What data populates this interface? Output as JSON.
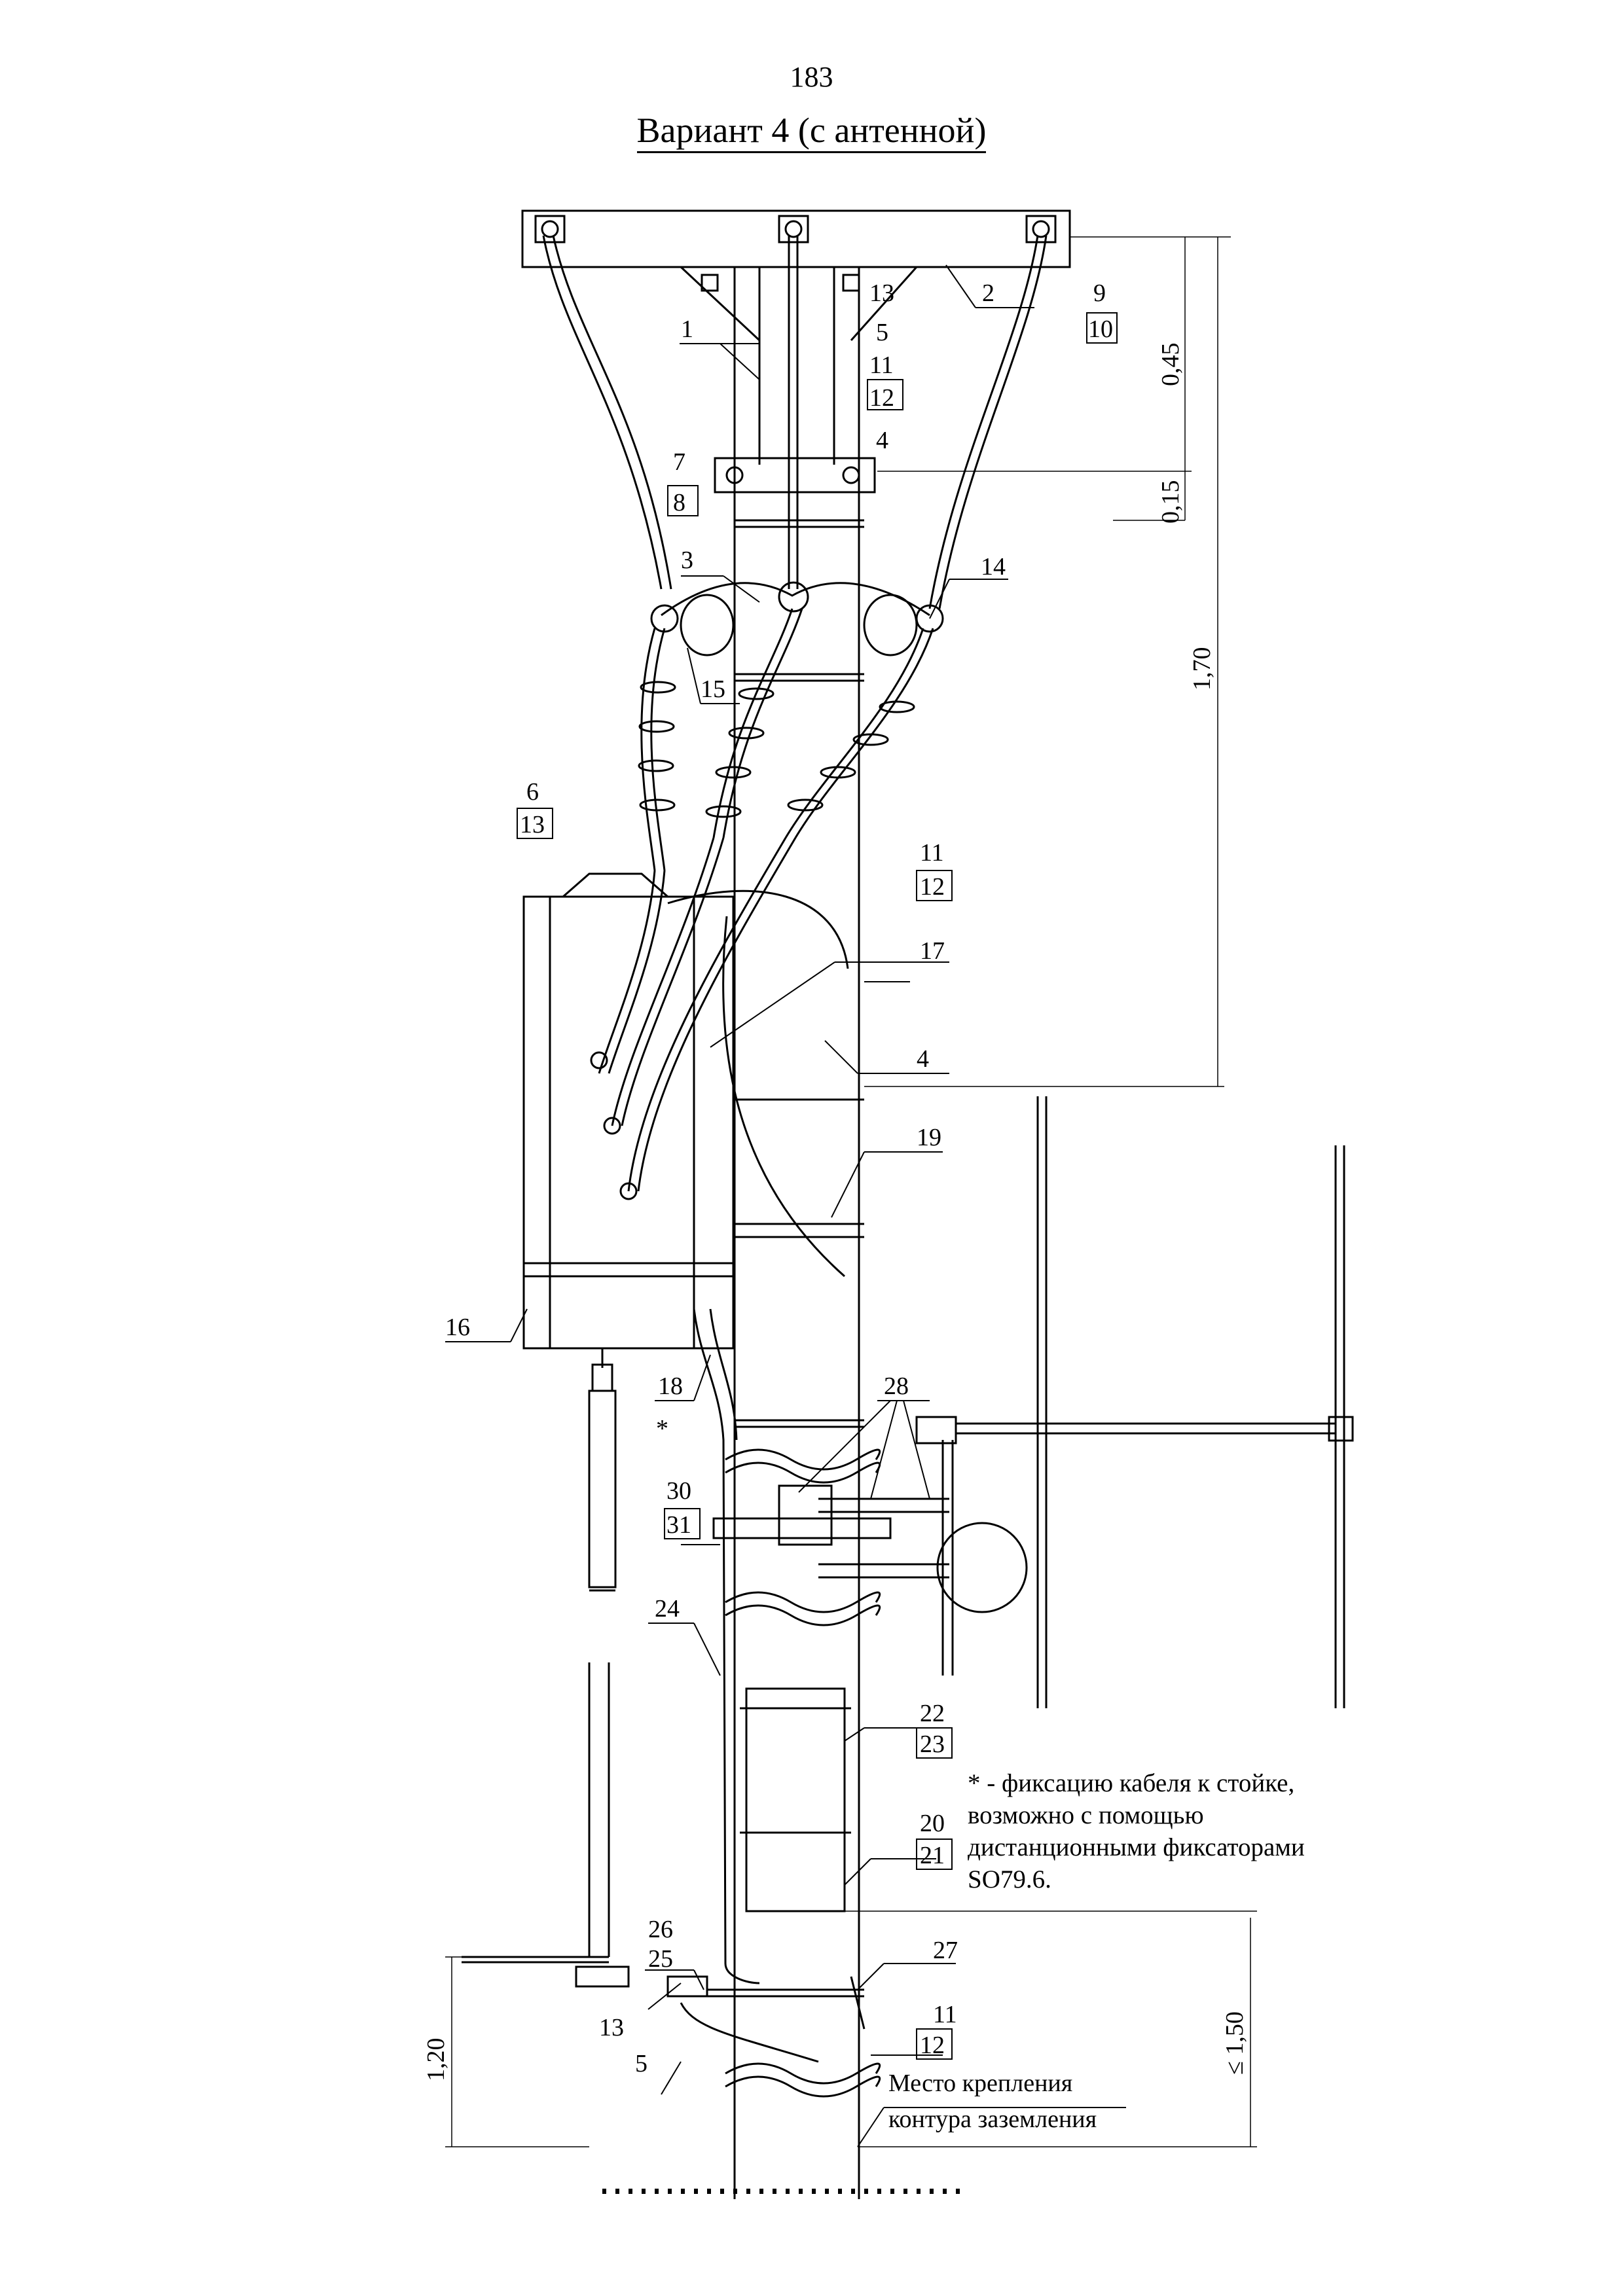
{
  "page_number": "183",
  "title": "Вариант 4 (с антенной)",
  "labels": {
    "l1": "1",
    "l2": "2",
    "l3": "3",
    "l4a": "4",
    "l4b": "4",
    "l5a": "5",
    "l5b": "5",
    "l6": "6",
    "l7": "7",
    "l8": "8",
    "l9": "9",
    "l10": "10",
    "l11a": "11",
    "l11b": "11",
    "l11c": "11",
    "l12a": "12",
    "l12b": "12",
    "l12c": "12",
    "l13a": "13",
    "l13b": "13",
    "l13c": "13",
    "l14": "14",
    "l15": "15",
    "l16": "16",
    "l17": "17",
    "l18": "18",
    "l19": "19",
    "l20": "20",
    "l21": "21",
    "l22": "22",
    "l23": "23",
    "l24": "24",
    "l25": "25",
    "l26": "26",
    "l27": "27",
    "l28": "28",
    "l30": "30",
    "l31": "31",
    "star": "*"
  },
  "dimensions": {
    "d045": "0,45",
    "d015": "0,15",
    "d170": "1,70",
    "d120": "1,20",
    "d150": "≤ 1,50"
  },
  "ground_label": {
    "line1": "Место крепления",
    "line2": "контура заземления"
  },
  "note": {
    "line1": "* - фиксацию кабеля к стойке,",
    "line2": "возможно с помощью",
    "line3": "дистанционными фиксаторами",
    "line4": "SO79.6."
  }
}
